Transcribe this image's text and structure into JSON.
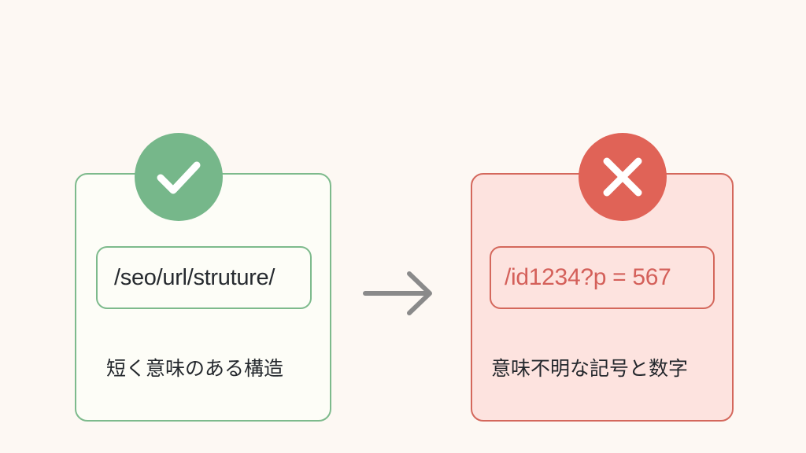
{
  "colors": {
    "background": "#fdf8f3",
    "good_accent": "#76b78a",
    "good_border": "#7dba8c",
    "good_fill": "#fdfdf7",
    "bad_accent": "#e06357",
    "bad_border": "#d4685c",
    "bad_fill": "#fde3df",
    "bad_text": "#d4605a",
    "arrow": "#8a8a8a",
    "text": "#23272c"
  },
  "good_panel": {
    "icon": "check-icon",
    "url": "/seo/url/struture/",
    "caption": "短く意味のある構造"
  },
  "transition": {
    "icon": "arrow-right-icon"
  },
  "bad_panel": {
    "icon": "cross-icon",
    "url": "/id1234?p = 567",
    "caption": "意味不明な記号と数字"
  }
}
